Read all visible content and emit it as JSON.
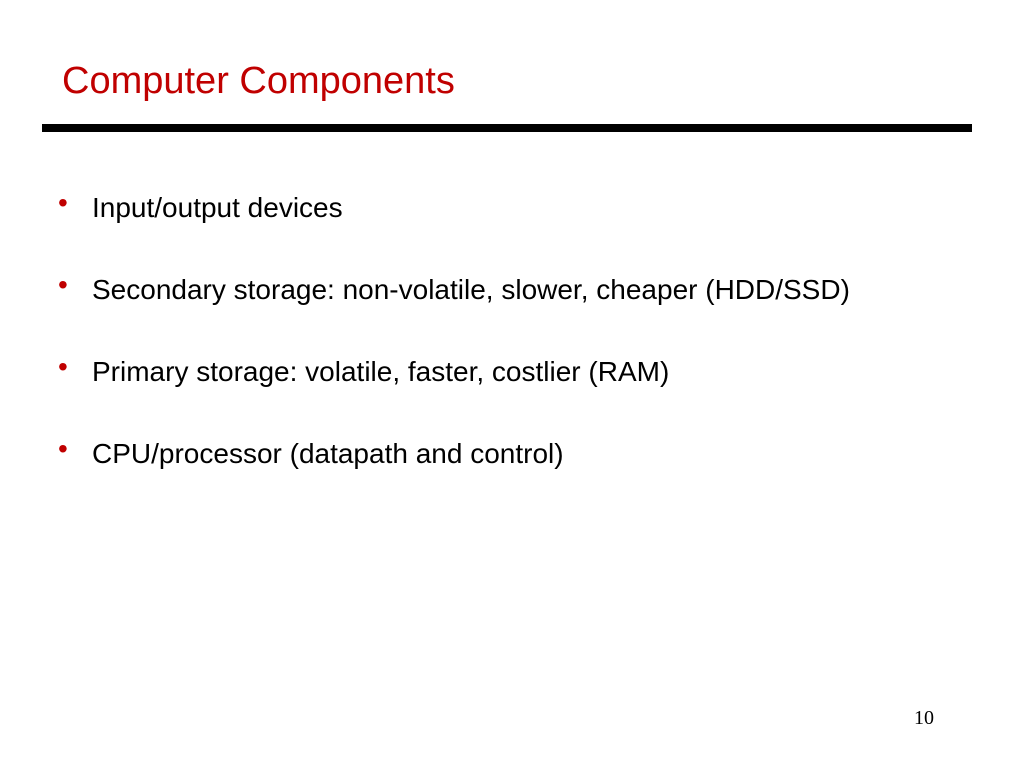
{
  "slide": {
    "title": "Computer Components",
    "bullet_symbol": "•",
    "bullets": [
      "Input/output devices",
      "Secondary storage: non-volatile, slower, cheaper (HDD/SSD)",
      "Primary storage: volatile, faster, costlier (RAM)",
      "CPU/processor (datapath and control)"
    ],
    "page_number": "10"
  },
  "colors": {
    "title": "#c00000",
    "bullet": "#c00000",
    "text": "#000000",
    "rule": "#000000",
    "background": "#ffffff"
  }
}
